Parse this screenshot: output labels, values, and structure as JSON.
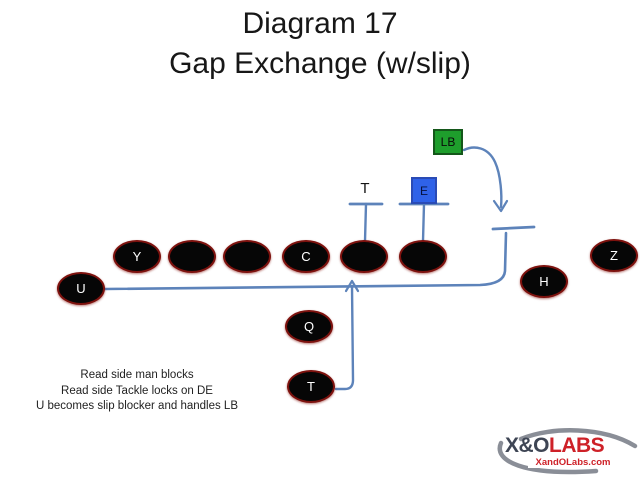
{
  "title": {
    "line1": "Diagram 17",
    "line2": "Gap Exchange (w/slip)"
  },
  "players": {
    "y": "Y",
    "c": "C",
    "u": "U",
    "h": "H",
    "z": "Z",
    "q": "Q",
    "t": "T",
    "blank": ""
  },
  "defenders": {
    "t": "T",
    "e": "E",
    "lb": "LB"
  },
  "notes": [
    "Read side man blocks",
    "Read side Tackle locks on DE",
    "U becomes slip blocker and handles LB"
  ],
  "logo": {
    "brand_x_o": "X&O",
    "brand_labs": "LABS",
    "website": "XandOLabs.com"
  },
  "colors": {
    "line_blue": "#5d83ba",
    "lb_green": "#1e9e2c",
    "de_blue": "#2f62e8",
    "oval_fill": "#060606",
    "oval_border": "#7d120e",
    "logo_red": "#ce2128",
    "logo_slate": "#3e4554",
    "logo_gray": "#8a8e97"
  }
}
